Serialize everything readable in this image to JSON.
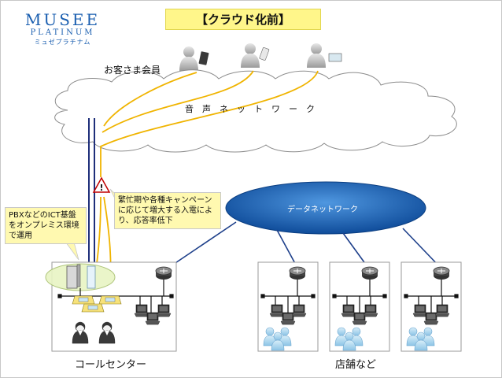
{
  "title": "【クラウド化前】",
  "logo": {
    "name": "MUSEE",
    "sub": "PLATINUM",
    "kana": "ミュゼプラチナム"
  },
  "labels": {
    "customers": "お客さま会員",
    "voice_network": "音声ネットワーク",
    "data_network": "データネットワーク",
    "call_center": "コールセンター",
    "stores": "店舗など"
  },
  "notes": {
    "warning": "繁忙期や各種キャンペーンに応じて増大する入電により、応答率低下",
    "onprem": "PBXなどのICT基盤をオンプレミス環境で運用"
  },
  "colors": {
    "title_bg": "#fff68a",
    "note_bg": "#fff9b0",
    "cloud_fill": "#ffffff",
    "data_network": "#1f6fbf",
    "line_navy": "#1e2e7a",
    "line_orange": "#f0b400",
    "link_blue": "#1d3f8a"
  }
}
